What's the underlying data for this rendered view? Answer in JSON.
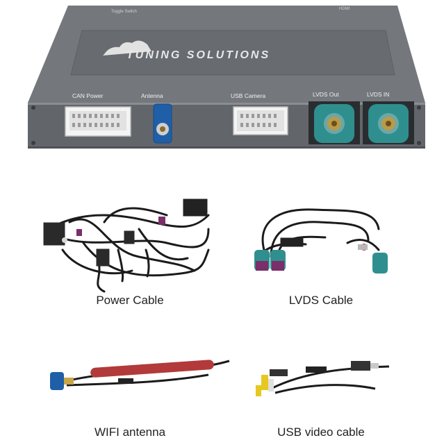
{
  "device": {
    "brand_text": "TUNING SOLUTIONS",
    "top_left_label": "Toggle Switch",
    "top_right_label": "HDMI",
    "ports": {
      "can_power": "CAN Power",
      "antenna": "Antenna",
      "usb_camera": "USB Camera",
      "lvds_out": "LVDS Out",
      "lvds_in": "LVDS IN"
    }
  },
  "accessories": {
    "power_cable": "Power Cable",
    "lvds_cable": "LVDS Cable",
    "wifi_antenna": "WIFI antenna",
    "usb_video_cable": "USB video cable"
  },
  "colors": {
    "box_body": "#6b6f74",
    "fakra_blue": "#1f5fa8",
    "fakra_teal": "#2f8f8f",
    "antenna_red": "#b23a3a"
  }
}
